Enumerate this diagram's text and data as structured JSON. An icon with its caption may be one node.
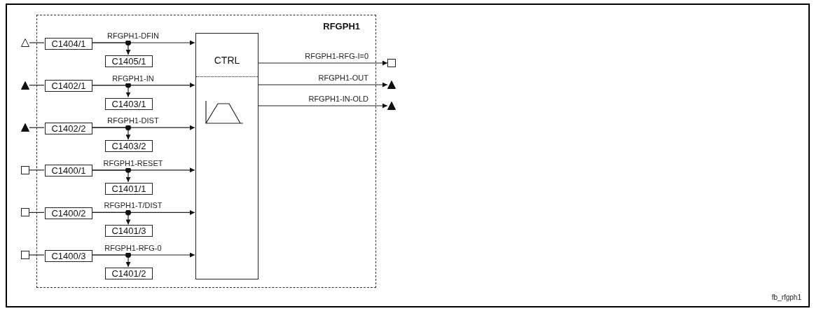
{
  "diagram": {
    "nodes": [
      {
        "text": [
          "RFGPH1"
        ]
      },
      {
        "text": [],
        "shape": "triangle"
      },
      {
        "text": [
          "C1404/1"
        ],
        "in": 0
      },
      {
        "text": [
          "C1405/1"
        ],
        "in": 0
      },
      {
        "text": [],
        "shape": "filled-triangle"
      },
      {
        "text": [
          "C1402/1"
        ],
        "in": 0
      },
      {
        "text": [
          "C1403/1"
        ],
        "in": 0
      },
      {
        "text": [],
        "shape": "filled-triangle"
      },
      {
        "text": [
          "C1402/2"
        ],
        "in": 0
      },
      {
        "text": [
          "C1403/2"
        ],
        "in": 0
      },
      {
        "text": [],
        "shape": "square"
      },
      {
        "text": [
          "C1400/1"
        ],
        "in": 0
      },
      {
        "text": [
          "C1401/1"
        ],
        "in": 0
      },
      {
        "text": [],
        "shape": "square"
      },
      {
        "text": [
          "C1400/2"
        ],
        "in": 0
      },
      {
        "text": [
          "C1401/3"
        ],
        "in": 0
      },
      {
        "text": [],
        "shape": "square"
      },
      {
        "text": [
          "C1400/3"
        ],
        "in": 0
      },
      {
        "text": [
          "C1401/2"
        ],
        "in": 0
      },
      {
        "text": [
          "CTRL"
        ],
        "in": 0
      },
      {
        "text": [],
        "shape": "square"
      },
      {
        "text": [],
        "shape": "filled-triangle"
      },
      {
        "text": [],
        "shape": "filled-triangle"
      }
    ],
    "edges": [
      {
        "from": 1,
        "to": 2,
        "arrow": "none"
      },
      {
        "from": 2,
        "to": 19,
        "arrow": "to",
        "label": "RFGPH1-DFIN"
      },
      {
        "from": 2,
        "to": 3,
        "arrow": "to"
      },
      {
        "from": 4,
        "to": 5,
        "arrow": "none"
      },
      {
        "from": 5,
        "to": 19,
        "arrow": "to",
        "label": "RFGPH1-IN"
      },
      {
        "from": 5,
        "to": 6,
        "arrow": "to"
      },
      {
        "from": 7,
        "to": 8,
        "arrow": "none"
      },
      {
        "from": 8,
        "to": 19,
        "arrow": "to",
        "label": "RFGPH1-DIST"
      },
      {
        "from": 8,
        "to": 9,
        "arrow": "to"
      },
      {
        "from": 10,
        "to": 11,
        "arrow": "none"
      },
      {
        "from": 11,
        "to": 19,
        "arrow": "to",
        "label": "RFGPH1-RESET"
      },
      {
        "from": 11,
        "to": 12,
        "arrow": "to"
      },
      {
        "from": 13,
        "to": 14,
        "arrow": "none"
      },
      {
        "from": 14,
        "to": 19,
        "arrow": "to",
        "label": "RFGPH1-T/DIST"
      },
      {
        "from": 14,
        "to": 15,
        "arrow": "to"
      },
      {
        "from": 16,
        "to": 17,
        "arrow": "none"
      },
      {
        "from": 17,
        "to": 19,
        "arrow": "to",
        "label": "RFGPH1-RFG-0"
      },
      {
        "from": 17,
        "to": 18,
        "arrow": "to"
      },
      {
        "from": 19,
        "to": 20,
        "arrow": "to",
        "label": "RFGPH1-RFG-I=0"
      },
      {
        "from": 19,
        "to": 21,
        "arrow": "to",
        "label": "RFGPH1-OUT"
      },
      {
        "from": 19,
        "to": 22,
        "arrow": "to",
        "label": "RFGPH1-IN-OLD"
      }
    ],
    "labels": [
      "fb_rfgph1"
    ]
  }
}
